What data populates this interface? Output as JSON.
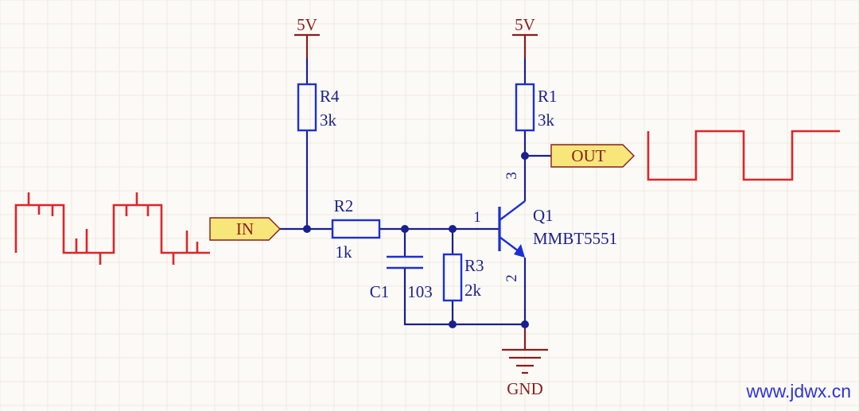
{
  "power": {
    "vcc_left": "5V",
    "vcc_right": "5V",
    "ground": "GND"
  },
  "ports": {
    "input": "IN",
    "output": "OUT"
  },
  "components": {
    "r4": {
      "ref": "R4",
      "value": "3k"
    },
    "r1": {
      "ref": "R1",
      "value": "3k"
    },
    "r2": {
      "ref": "R2",
      "value": "1k"
    },
    "r3": {
      "ref": "R3",
      "value": "2k"
    },
    "c1": {
      "ref": "C1",
      "value": "103"
    },
    "q1": {
      "ref": "Q1",
      "part": "MMBT5551",
      "pin_base": "1",
      "pin_emitter": "2",
      "pin_collector": "3"
    }
  },
  "watermark": "www.jdwx.cn",
  "colors": {
    "wire": "#1a1f8f",
    "component": "#1c2fd6",
    "power": "#8b1c1c",
    "signal": "#e0242a",
    "port_fill": "#f7e67a",
    "background": "#fbfaf6"
  }
}
